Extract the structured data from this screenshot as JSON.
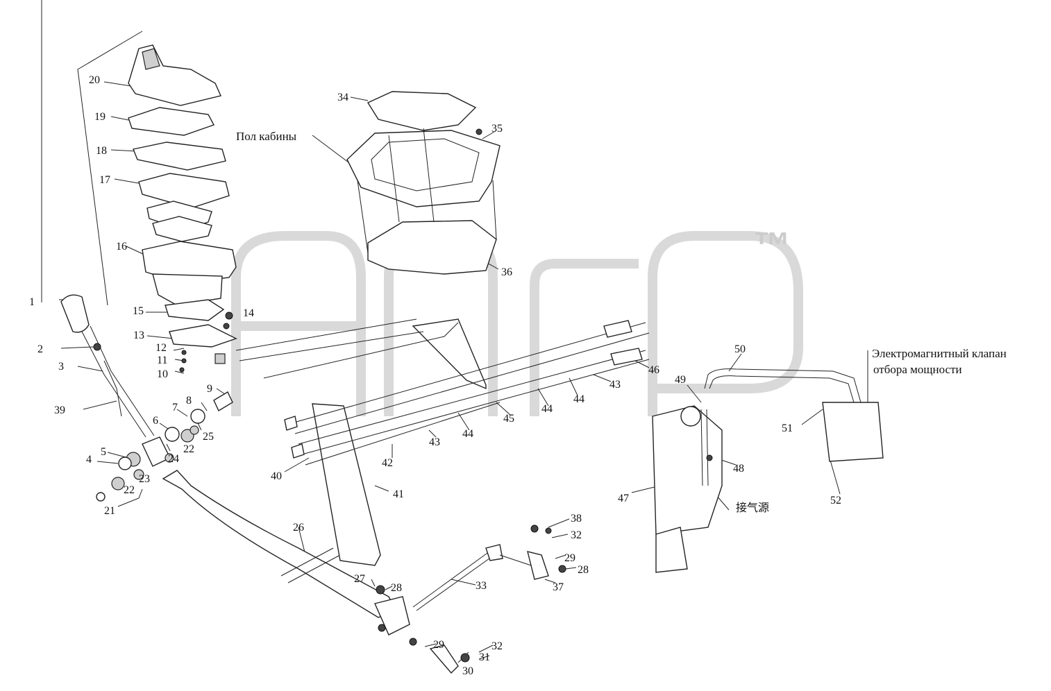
{
  "diagram": {
    "notes": {
      "cab_floor": "Пол кабины",
      "pto_valve_line1": "Электромагнитный  клапан",
      "pto_valve_line2": "отбора мощности",
      "air_source": "接气源"
    },
    "watermark": {
      "mark": "™"
    },
    "labels": [
      "1",
      "2",
      "3",
      "39",
      "4",
      "5",
      "21",
      "22",
      "23",
      "6",
      "7",
      "8",
      "9",
      "24",
      "22",
      "25",
      "20",
      "19",
      "18",
      "17",
      "16",
      "15",
      "14",
      "13",
      "12",
      "11",
      "10",
      "34",
      "35",
      "36",
      "26",
      "27",
      "28",
      "30",
      "31",
      "32",
      "29",
      "33",
      "38",
      "32",
      "29",
      "28",
      "37",
      "40",
      "41",
      "42",
      "43",
      "44",
      "45",
      "44",
      "44",
      "43",
      "46",
      "47",
      "48",
      "49",
      "50",
      "51",
      "52"
    ]
  }
}
